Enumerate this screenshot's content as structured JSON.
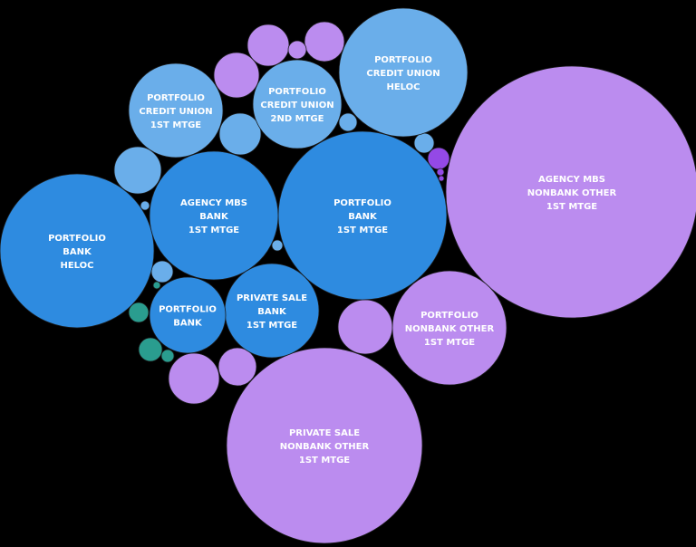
{
  "chart_data": {
    "type": "bubble",
    "title": "",
    "colors": {
      "bank": "#2e8be0",
      "credit_union": "#6aaeea",
      "nonbank_other": "#bb8cef",
      "other_purple": "#9449e6",
      "other_teal": "#2a9d8f"
    },
    "bubbles": [
      {
        "label": [
          "AGENCY MBS",
          "NONBANK OTHER",
          "1ST MTGE"
        ],
        "group": "nonbank_other"
      },
      {
        "label": [
          "PRIVATE SALE",
          "NONBANK OTHER",
          "1ST MTGE"
        ],
        "group": "nonbank_other"
      },
      {
        "label": [
          "PORTFOLIO",
          "BANK",
          "1ST MTGE"
        ],
        "group": "bank"
      },
      {
        "label": [
          "PORTFOLIO",
          "BANK",
          "HELOC"
        ],
        "group": "bank"
      },
      {
        "label": [
          "AGENCY MBS",
          "BANK",
          "1ST MTGE"
        ],
        "group": "bank"
      },
      {
        "label": [
          "PORTFOLIO",
          "CREDIT UNION",
          "HELOC"
        ],
        "group": "credit_union"
      },
      {
        "label": [
          "PORTFOLIO",
          "NONBANK OTHER",
          "1ST MTGE"
        ],
        "group": "nonbank_other"
      },
      {
        "label": [
          "PORTFOLIO",
          "CREDIT UNION",
          "1ST MTGE"
        ],
        "group": "credit_union"
      },
      {
        "label": [
          "PORTFOLIO",
          "CREDIT UNION",
          "2ND MTGE"
        ],
        "group": "credit_union"
      },
      {
        "label": [
          "PRIVATE SALE",
          "BANK",
          "1ST MTGE"
        ],
        "group": "bank"
      },
      {
        "label": [
          "PORTFOLIO",
          "BANK"
        ],
        "group": "bank"
      }
    ]
  }
}
